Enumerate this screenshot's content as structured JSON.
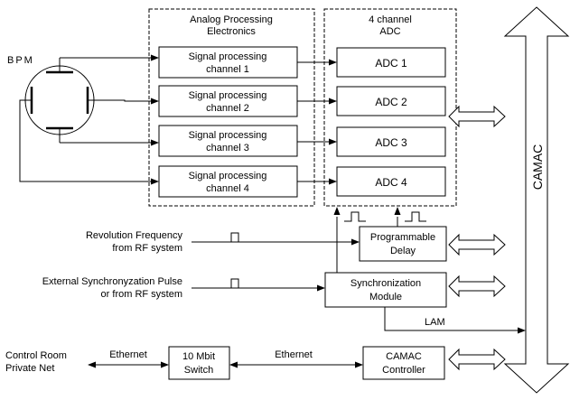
{
  "title": "",
  "groups": {
    "analog": [
      "Analog Processing",
      "Electronics"
    ],
    "adc": [
      "4 channel",
      "ADC"
    ]
  },
  "bpm_label": "BPM",
  "signal_channels": [
    [
      "Signal processing",
      "channel 1"
    ],
    [
      "Signal processing",
      "channel 2"
    ],
    [
      "Signal processing",
      "channel 3"
    ],
    [
      "Signal processing",
      "channel 4"
    ]
  ],
  "adcs": [
    "ADC 1",
    "ADC 2",
    "ADC 3",
    "ADC 4"
  ],
  "bus_label": "CAMAC",
  "delay": [
    "Programmable",
    "Delay"
  ],
  "sync": [
    "Synchronization",
    "Module"
  ],
  "switch": [
    "10 Mbit",
    "Switch"
  ],
  "camac_controller": [
    "CAMAC",
    "Controller"
  ],
  "inputs": {
    "revolution": [
      "Revolution Frequency",
      "from RF system"
    ],
    "external": [
      "External Synchronyzation Pulse",
      "or from RF system"
    ]
  },
  "lam_label": "LAM",
  "ethernet_labels": [
    "Ethernet",
    "Ethernet"
  ],
  "control_room": [
    "Control Room",
    "Private Net"
  ]
}
